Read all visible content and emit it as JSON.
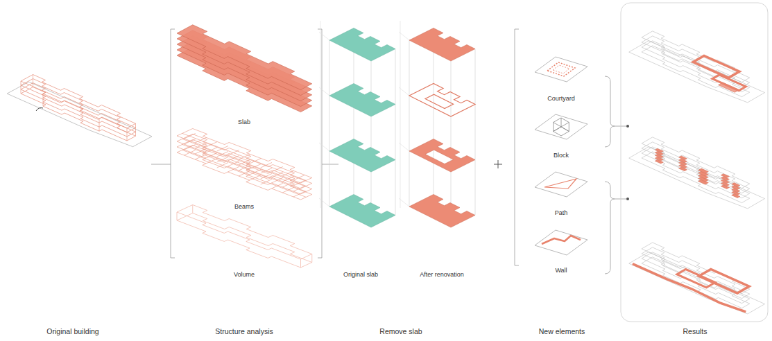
{
  "diagram": {
    "labels": [
      "Slab",
      "Beams",
      "Volume",
      "Original slab",
      "After renovation",
      "Courtyard",
      "Block",
      "Path",
      "Wall",
      "Original building",
      "Structure analysis",
      "Remove slab",
      "New elements",
      "Results"
    ]
  }
}
